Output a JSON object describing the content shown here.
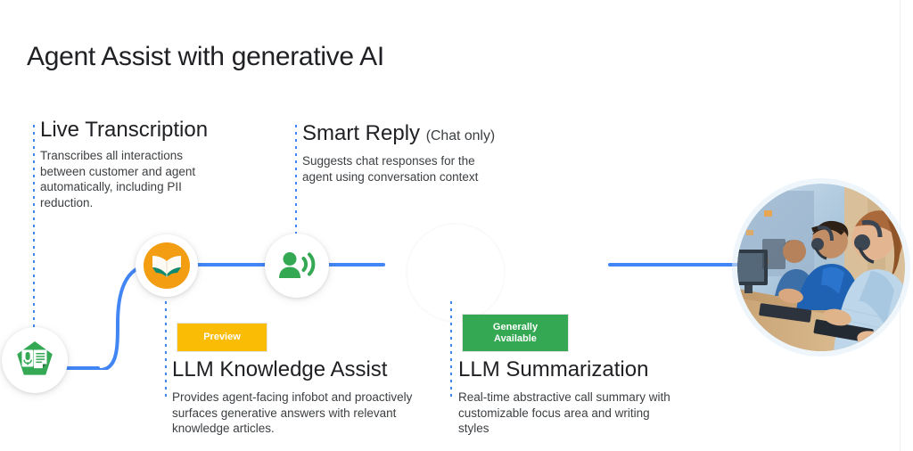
{
  "slide": {
    "title": "Agent Assist with generative AI",
    "accent_blue": "#4285F4",
    "badge_preview_color": "#FABC05",
    "badge_ga_color": "#34A853",
    "book_icon_color": "#F29D12",
    "transcription_icon_color": "#34A853"
  },
  "features": {
    "live_transcription": {
      "heading": "Live Transcription",
      "body": "Transcribes all interactions between customer and agent automatically, including PII reduction.",
      "icon": "transcription-mic-document-icon"
    },
    "smart_reply": {
      "heading": "Smart Reply",
      "heading_suffix": "(Chat only)",
      "body": "Suggests chat responses for the agent using conversation context",
      "icon": "person-speaking-icon"
    },
    "knowledge_assist": {
      "badge": "Preview",
      "heading": "LLM Knowledge Assist",
      "body": "Provides agent-facing infobot and proactively surfaces generative answers with relevant knowledge articles.",
      "icon": "open-book-icon"
    },
    "summarization": {
      "badge": "Generally\nAvailable",
      "heading": "LLM Summarization",
      "body": "Real-time abstractive call summary with customizable focus area and writing styles"
    }
  },
  "photo": {
    "alt": "contact-center-agents-with-headsets-photo"
  }
}
